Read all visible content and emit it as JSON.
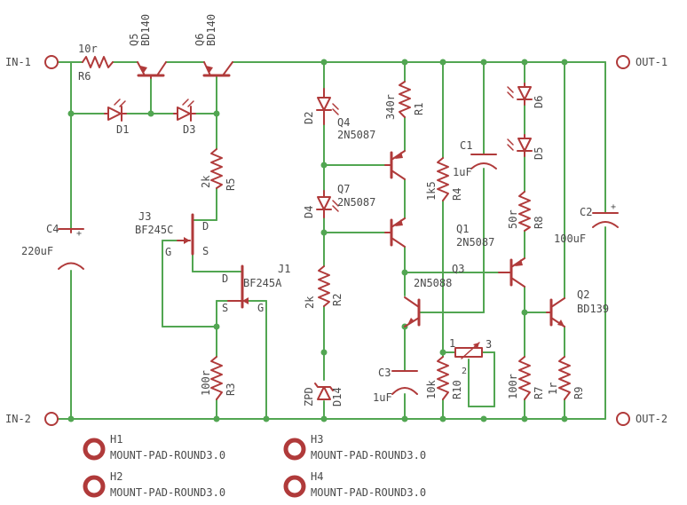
{
  "colors": {
    "wire": "#52a652",
    "part": "#b03a3a",
    "label": "#4a4a4a",
    "background": "#ffffff"
  },
  "ports": {
    "in1": "IN-1",
    "in2": "IN-2",
    "out1": "OUT-1",
    "out2": "OUT-2"
  },
  "parts": {
    "r6_value": "10r",
    "r6_name": "R6",
    "q5_name": "Q5",
    "q5_type": "BD140",
    "q6_name": "Q6",
    "q6_type": "BD140",
    "d1": "D1",
    "d3": "D3",
    "r5_value": "2k",
    "r5_name": "R5",
    "j3_name": "J3",
    "j3_type": "BF245C",
    "j1_name": "J1",
    "j1_type": "BF245A",
    "pin_d": "D",
    "pin_g": "G",
    "pin_s": "S",
    "c4_name": "C4",
    "c4_value": "220uF",
    "r3_value": "100r",
    "r3_name": "R3",
    "d2": "D2",
    "q4_name": "Q4",
    "q4_type": "2N5087",
    "q7_name": "Q7",
    "q7_type": "2N5087",
    "d4": "D4",
    "r1_value": "340r",
    "r1_name": "R1",
    "r2_value": "2k",
    "r2_name": "R2",
    "d14_type": "ZPD",
    "d14_name": "D14",
    "r4_value": "1k5",
    "r4_name": "R4",
    "c1_name": "C1",
    "c1_value": "1uF",
    "q1_name": "Q1",
    "q1_type": "2N5087",
    "q3_name": "Q3",
    "q3_type": "2N5088",
    "c3_name": "C3",
    "c3_value": "1uF",
    "r10_value": "10k",
    "r10_name": "R10",
    "pot_pin1": "1",
    "pot_pin2": "2",
    "pot_pin3": "3",
    "d6": "D6",
    "d5": "D5",
    "r8_value": "50r",
    "r8_name": "R8",
    "c2_name": "C2",
    "c2_value": "100uF",
    "q2_name": "Q2",
    "q2_type": "BD139",
    "r7_value": "100r",
    "r7_name": "R7",
    "r9_value": "1r",
    "r9_name": "R9"
  },
  "mounting_pads": [
    {
      "name": "H1",
      "type": "MOUNT-PAD-ROUND3.0"
    },
    {
      "name": "H2",
      "type": "MOUNT-PAD-ROUND3.0"
    },
    {
      "name": "H3",
      "type": "MOUNT-PAD-ROUND3.0"
    },
    {
      "name": "H4",
      "type": "MOUNT-PAD-ROUND3.0"
    }
  ]
}
